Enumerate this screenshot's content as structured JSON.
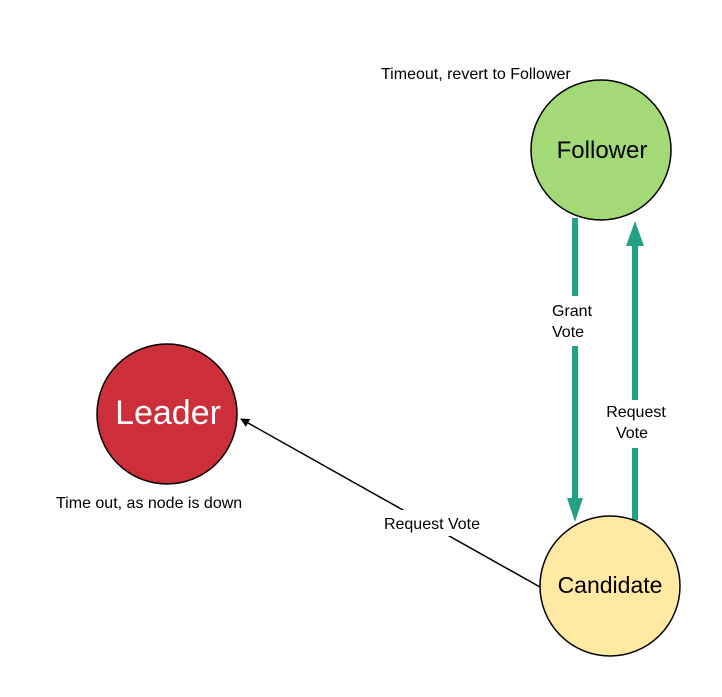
{
  "nodes": {
    "follower": {
      "label": "Follower",
      "fill": "#a3d977",
      "stroke": "#000000"
    },
    "leader": {
      "label": "Leader",
      "fill": "#cc2f3a",
      "stroke": "#000000",
      "text_color": "#ffffff"
    },
    "candidate": {
      "label": "Candidate",
      "fill": "#ffe9a3",
      "stroke": "#000000"
    }
  },
  "edges": {
    "grant_vote": {
      "label_line1": "Grant",
      "label_line2": "Vote",
      "color": "#22a184"
    },
    "request_vote_up": {
      "label_line1": "Request",
      "label_line2": "Vote",
      "color": "#22a184"
    },
    "request_vote_leader": {
      "label": "Request Vote",
      "color": "#000000"
    }
  },
  "notes": {
    "timeout_revert": "Timeout, revert to Follower",
    "timeout_down": "Time out, as node is down"
  }
}
